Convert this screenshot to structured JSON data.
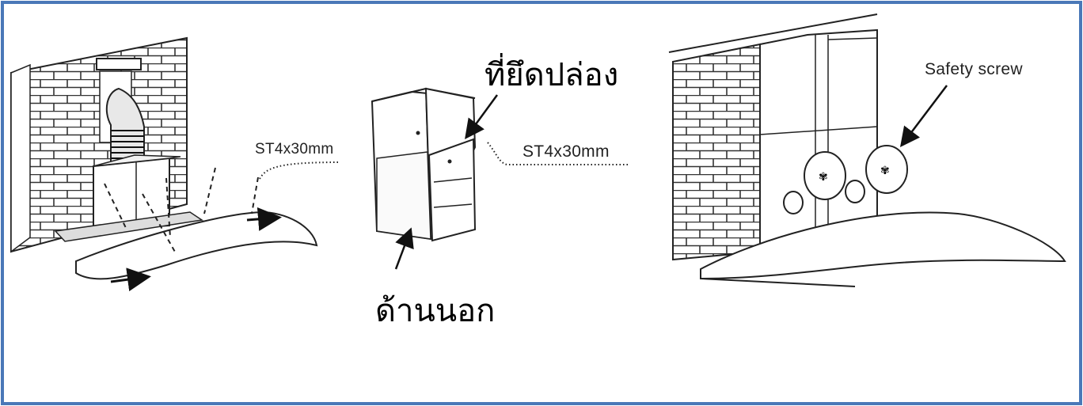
{
  "frame_color": "#4a78b8",
  "line_color": "#222222",
  "labels": {
    "chimney_bracket": "ที่ยึดปล่อง",
    "outside": "ด้านนอก",
    "screw_left": "ST4x30mm",
    "screw_middle": "ST4x30mm",
    "safety_screw": "Safety screw"
  },
  "steps": [
    {
      "name": "step-1-mount-hood",
      "icon": "hood-mounting-illustration"
    },
    {
      "name": "step-2-chimney-bracket",
      "icon": "chimney-bracket-illustration"
    },
    {
      "name": "step-3-safety-screw",
      "icon": "assembled-hood-illustration"
    }
  ]
}
